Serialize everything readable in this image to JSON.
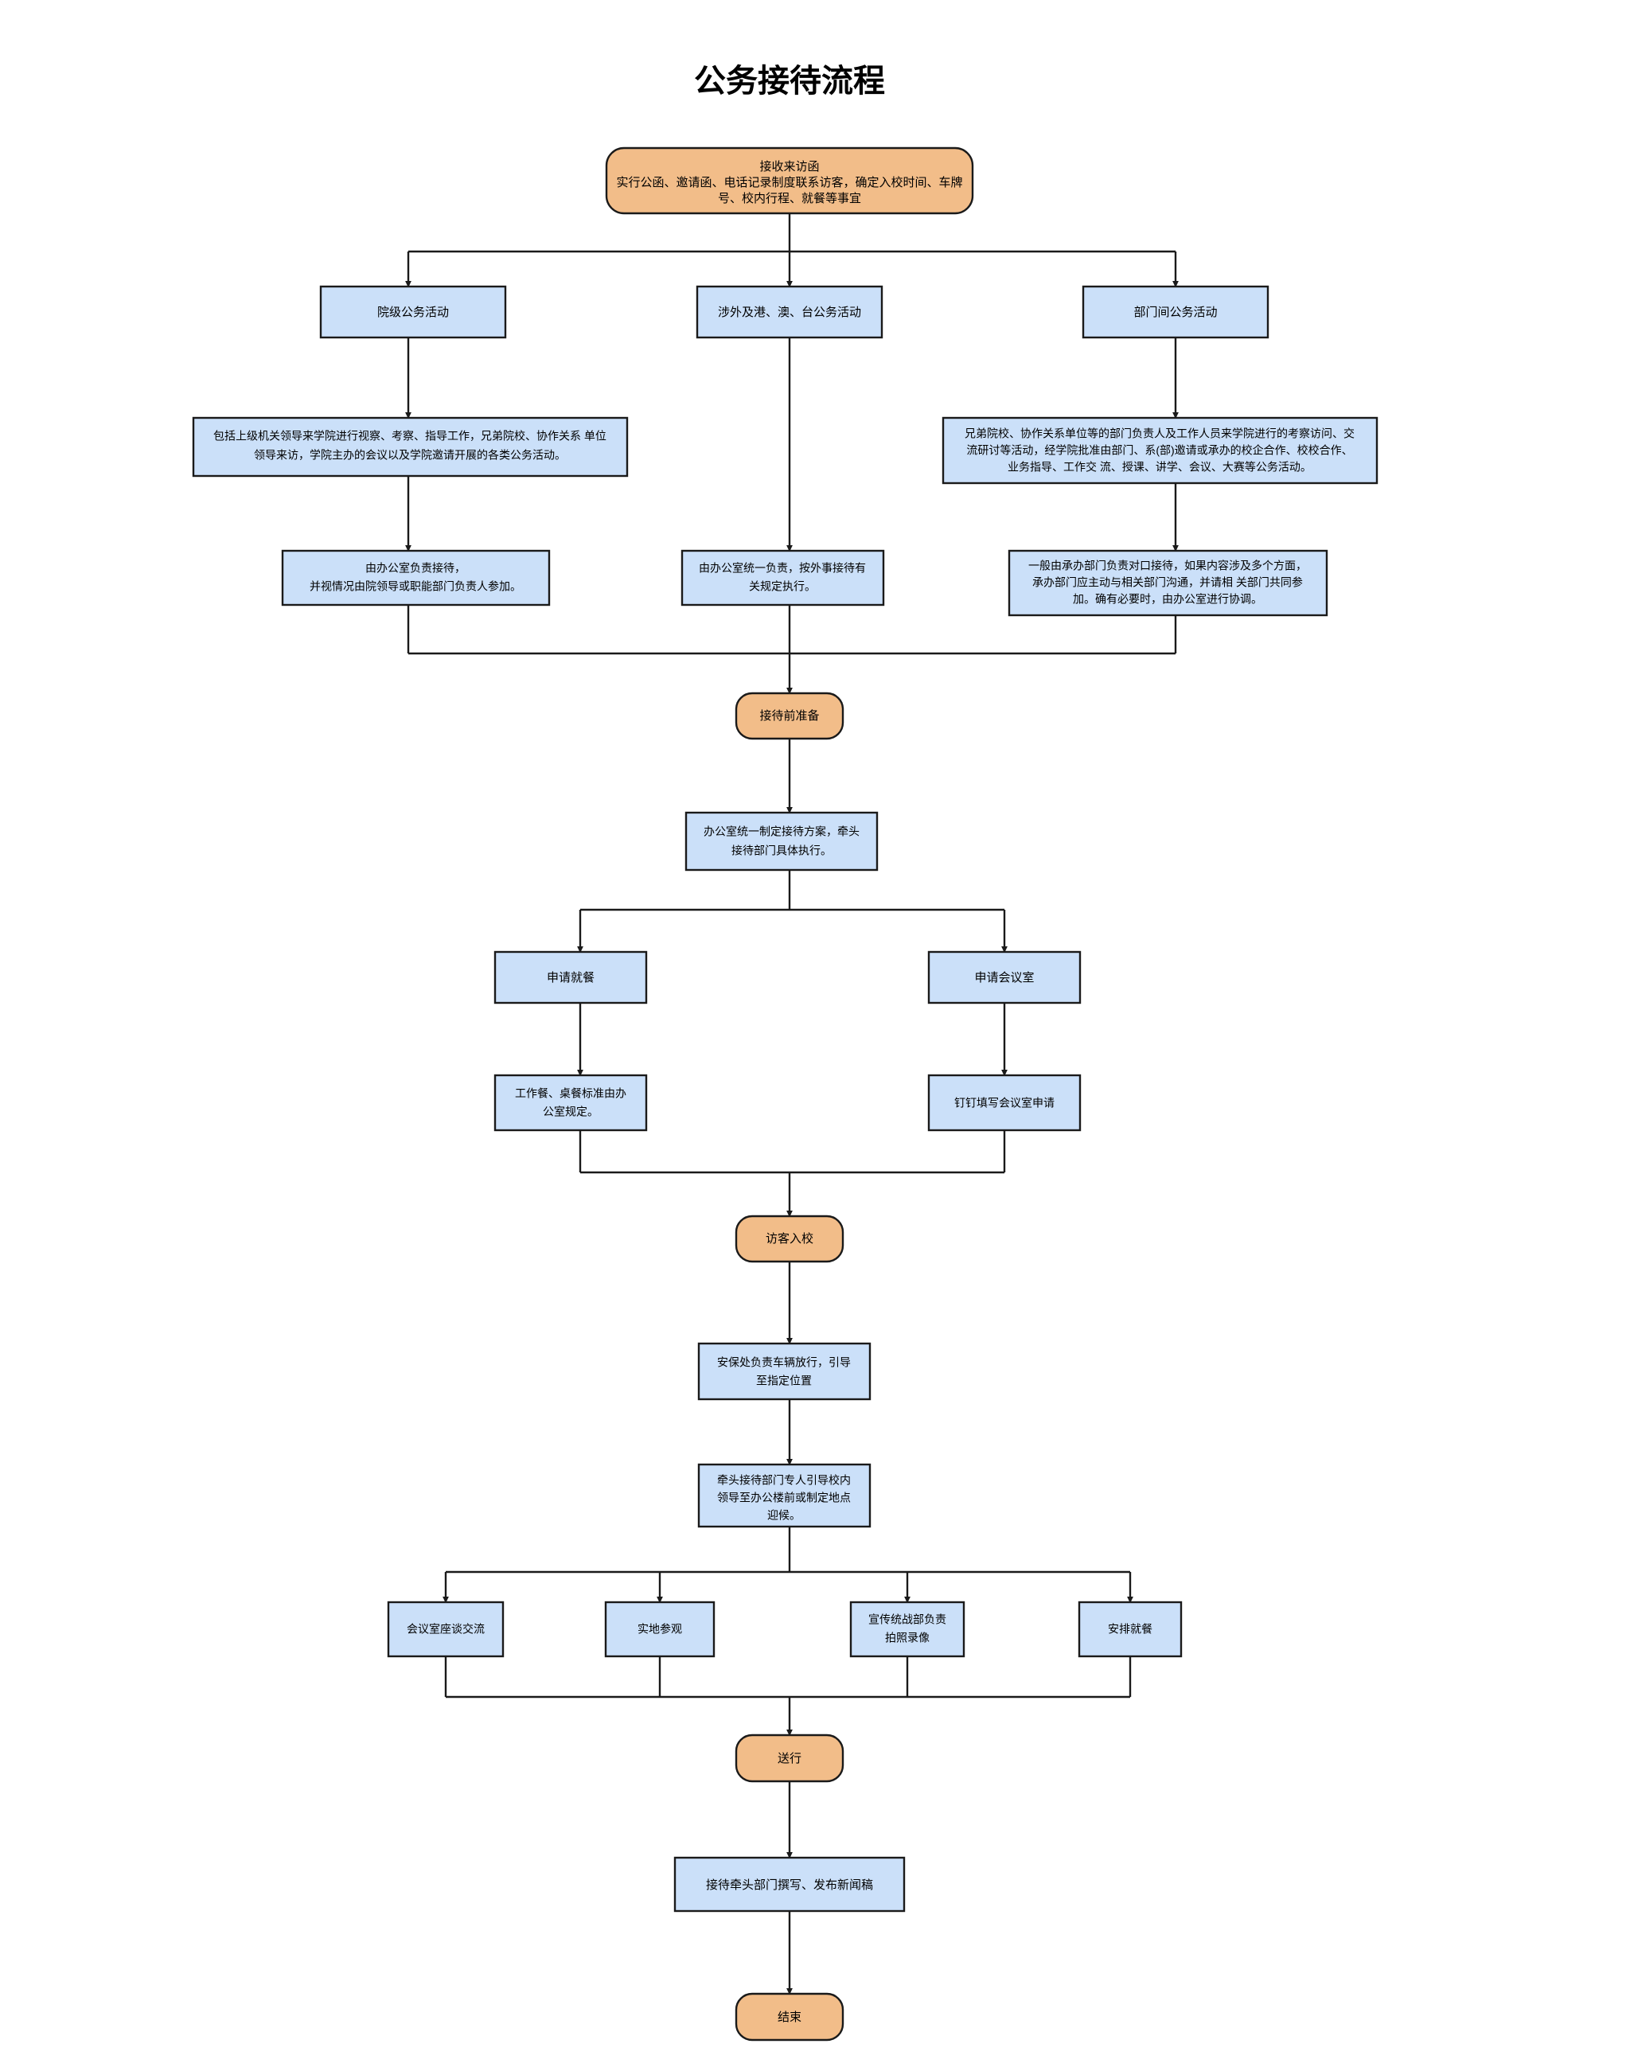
{
  "title": "公务接待流程",
  "colors": {
    "terminal_fill": "#f2bd89",
    "process_fill": "#cbe0f9",
    "stroke": "#1a1a1a",
    "text": "#000000",
    "background": "#ffffff"
  },
  "nodes": {
    "receive_letter": {
      "shape": "terminal",
      "lines": [
        "接收来访函",
        "实行公函、邀请函、电话记录制度联系访客，确定入校时间、车牌",
        "号、校内行程、就餐等事宜"
      ]
    },
    "branch_college": {
      "shape": "process",
      "lines": [
        "院级公务活动"
      ]
    },
    "branch_foreign": {
      "shape": "process",
      "lines": [
        "涉外及港、澳、台公务活动"
      ]
    },
    "branch_department": {
      "shape": "process",
      "lines": [
        "部门间公务活动"
      ]
    },
    "desc_college": {
      "shape": "process",
      "lines": [
        "包括上级机关领导来学院进行视察、考察、指导工作，兄弟院校、协作关系 单位",
        "领导来访，学院主办的会议以及学院邀请开展的各类公务活动。"
      ]
    },
    "desc_department": {
      "shape": "process",
      "lines": [
        "兄弟院校、协作关系单位等的部门负责人及工作人员来学院进行的考察访问、交",
        "流研讨等活动，经学院批准由部门、系(部)邀请或承办的校企合作、校校合作、",
        "业务指导、工作交 流、授课、讲学、会议、大赛等公务活动。"
      ]
    },
    "resp_college": {
      "shape": "process",
      "lines": [
        "由办公室负责接待，",
        "并视情况由院领导或职能部门负责人参加。"
      ]
    },
    "resp_foreign": {
      "shape": "process",
      "lines": [
        "由办公室统一负责，按外事接待有",
        "关规定执行。"
      ]
    },
    "resp_department": {
      "shape": "process",
      "lines": [
        "一般由承办部门负责对口接待，如果内容涉及多个方面，",
        "承办部门应主动与相关部门沟通，并请相 关部门共同参",
        "加。确有必要时，由办公室进行协调。"
      ]
    },
    "pre_reception": {
      "shape": "terminal",
      "lines": [
        "接待前准备"
      ]
    },
    "plan": {
      "shape": "process",
      "lines": [
        "办公室统一制定接待方案，牵头",
        "接待部门具体执行。"
      ]
    },
    "apply_meal": {
      "shape": "process",
      "lines": [
        "申请就餐"
      ]
    },
    "apply_meeting_room": {
      "shape": "process",
      "lines": [
        "申请会议室"
      ]
    },
    "meal_standard": {
      "shape": "process",
      "lines": [
        "工作餐、桌餐标准由办",
        "公室规定。"
      ]
    },
    "dingtalk_apply": {
      "shape": "process",
      "lines": [
        "钉钉填写会议室申请"
      ]
    },
    "visitor_arrive": {
      "shape": "terminal",
      "lines": [
        "访客入校"
      ]
    },
    "security_pass": {
      "shape": "process",
      "lines": [
        "安保处负责车辆放行，引导",
        "至指定位置"
      ]
    },
    "guide_leader": {
      "shape": "process",
      "lines": [
        "牵头接待部门专人引导校内",
        "领导至办公楼前或制定地点",
        "迎候。"
      ]
    },
    "meeting_talk": {
      "shape": "process",
      "lines": [
        "会议室座谈交流"
      ]
    },
    "site_visit": {
      "shape": "process",
      "lines": [
        "实地参观"
      ]
    },
    "photo_record": {
      "shape": "process",
      "lines": [
        "宣传统战部负责",
        "拍照录像"
      ]
    },
    "arrange_meal": {
      "shape": "process",
      "lines": [
        "安排就餐"
      ]
    },
    "send_off": {
      "shape": "terminal",
      "lines": [
        "送行"
      ]
    },
    "news_release": {
      "shape": "process",
      "lines": [
        "接待牵头部门撰写、发布新闻稿"
      ]
    },
    "end": {
      "shape": "terminal",
      "lines": [
        "结束"
      ]
    }
  },
  "flow_order": [
    "receive_letter",
    "branch_college",
    "branch_foreign",
    "branch_department",
    "desc_college",
    "desc_department",
    "resp_college",
    "resp_foreign",
    "resp_department",
    "pre_reception",
    "plan",
    "apply_meal",
    "apply_meeting_room",
    "meal_standard",
    "dingtalk_apply",
    "visitor_arrive",
    "security_pass",
    "guide_leader",
    "meeting_talk",
    "site_visit",
    "photo_record",
    "arrange_meal",
    "send_off",
    "news_release",
    "end"
  ]
}
